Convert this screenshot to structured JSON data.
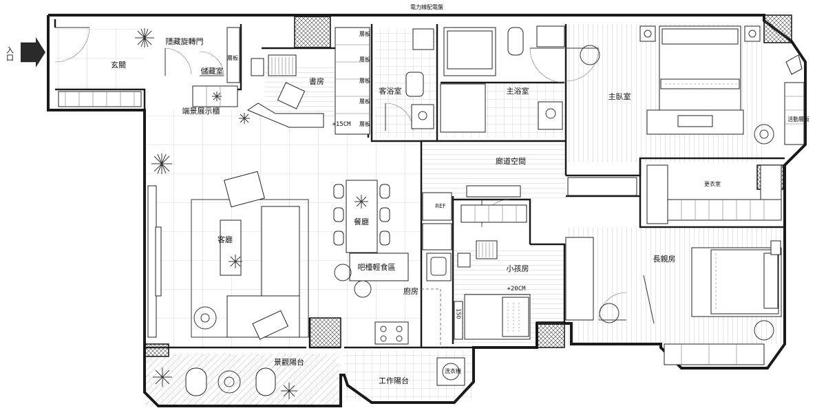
{
  "labels": {
    "top_wall": "電力線配電盤",
    "entrance_vertical": "入口",
    "foyer": "玄關",
    "hidden_rotating_door": "隱藏旋轉門",
    "shelf_1": "層板",
    "storage_room": "儲藏室",
    "display_cabinet": "端景展示櫃",
    "study": "書房",
    "raised_15": "+15CM",
    "shelf_col_1": "層板",
    "shelf_col_2": "層板",
    "shelf_col_3": "層板",
    "shelf_col_4": "層板",
    "shelf_col_5": "層板",
    "guest_bath": "客浴室",
    "master_bath": "主浴室",
    "master_bedroom": "主臥室",
    "movable_shelf": "活動層板",
    "corridor": "廊道空間",
    "walk_in_closet": "更衣室",
    "refrigerator": "REF",
    "dining": "餐廳",
    "living": "客廳",
    "bar_counter": "吧檯輕食區",
    "kitchen": "廚房",
    "small_room": "小孩房",
    "raised_20": "+20CM",
    "bed_size_150": "150",
    "elder_room": "長親房",
    "view_balcony": "景觀陽台",
    "work_balcony": "工作陽台",
    "washer": "洗衣機"
  }
}
